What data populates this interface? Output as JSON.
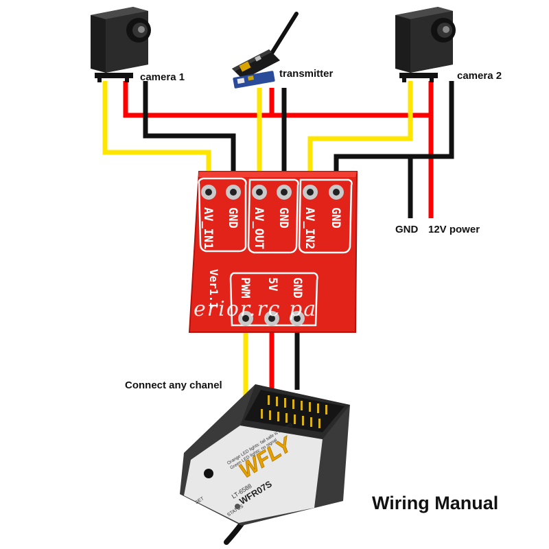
{
  "labels": {
    "camera1": "camera 1",
    "transmitter": "transmitter",
    "camera2": "camera 2",
    "gnd": "GND",
    "power": "12V power",
    "connect": "Connect any chanel",
    "title": "Wiring Manual"
  },
  "board": {
    "pins": [
      "AV_IN1",
      "GND",
      "AV_OUT",
      "GND",
      "AV_IN2",
      "GND"
    ],
    "power_pins": [
      "PWM",
      "5V",
      "GND"
    ],
    "version": "Ver1.1",
    "watermark": "erior.rc pa"
  },
  "receiver": {
    "brand": "WFLY",
    "model": "WFR07S",
    "sub_model": "LT-6588",
    "status": "STATUS",
    "set": "SET",
    "notes": [
      "Orange LED lights: fail safe is working",
      "Green LED lights: no signal"
    ]
  },
  "colors": {
    "signal": "#ffe600",
    "power": "#ff0000",
    "ground": "#111111",
    "board": "#e2231a",
    "board_edge": "#b0120c",
    "receiver_body": "#e8e8e8",
    "receiver_dark": "#3a3a3a"
  }
}
